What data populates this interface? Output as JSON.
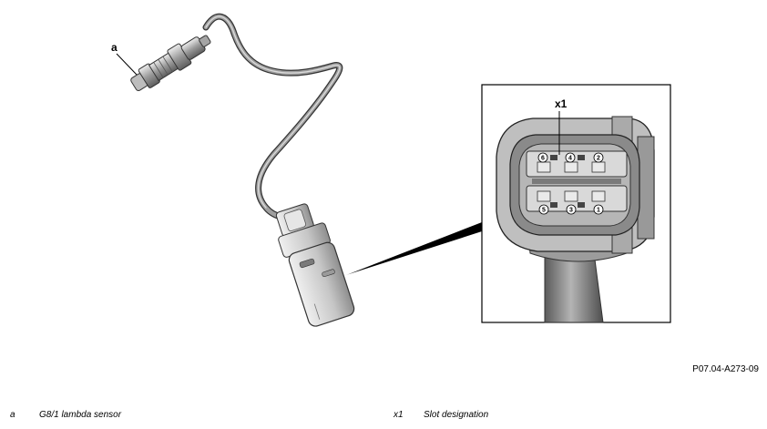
{
  "callouts": {
    "a": "a",
    "x1": "x1"
  },
  "pins": {
    "p1": "1",
    "p2": "2",
    "p3": "3",
    "p4": "4",
    "p5": "5",
    "p6": "6"
  },
  "figure_id": "P07.04-A273-09",
  "legend": [
    {
      "key": "a",
      "text": "G8/1 lambda sensor"
    },
    {
      "key": "x1",
      "text": "Slot designation"
    }
  ]
}
